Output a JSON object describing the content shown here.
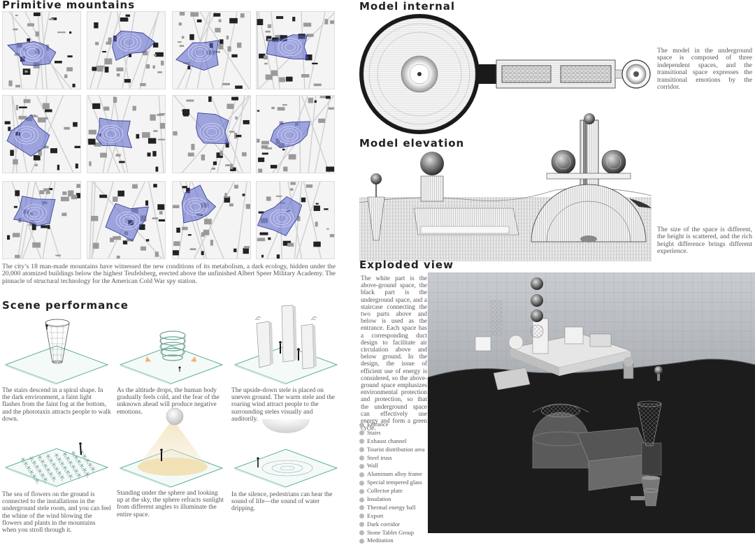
{
  "sections": {
    "primitive": {
      "title": "Primitive mountains",
      "description": "The city’s 18 man-made mountains have witnessed the new conditions of its metabolism, a dark ecology, hidden under the 20,000 atomized buildings below the highest Teufelsberg, erected above the unfinished Albert Speer Military Academy. The pinnacle of structural technology for the American Cold War spy station."
    },
    "scene": {
      "title": "Scene performance",
      "captions": [
        "The stairs descend in a spiral shape. In the dark environment, a faint light flashes from the faint fog at the bottom, and the phototaxis attracts people to walk down.",
        "As the altitude drops, the human body gradually feels cold, and the fear of the unknown ahead will produce negative emotions.",
        "The upside-down stele is placed on uneven ground. The warm stele and the roaring wind attract people to the surrounding steles visually and auditorily.",
        "The sea of flowers on the ground is connected to the installations in the underground stele room, and you can feel the whine of the wind blowing the flowers and plants in the mountains when you stroll through it.",
        "Standing under the sphere and looking up at the sky, the sphere refracts sunlight from different angles to illuminate the entire space.",
        "In the silence, pedestrians can hear the sound of life—the sound of water dripping."
      ]
    },
    "internal": {
      "title": "Model internal",
      "description": "The model in the underground space is composed of three independent spaces, and the transitional space expresses the transitional emotions by the corridor."
    },
    "elevation": {
      "title": "Model elevation",
      "description": "The size of the space is different, the height is scattered, and the rich height difference brings different experience."
    },
    "exploded": {
      "title": "Exploded view",
      "description": "The white part is the above-ground space, the black part is the underground space, and a staircase connecting the two parts above and below is used as the entrance. Each space has a corresponding duct design to facilitate air circulation above and below ground. In the design, the issue of efficient use of energy is considered, so the above-ground space emphasizes environmental protection and protection, so that the underground space can effectively use energy and form a green cycle.",
      "legend": [
        "Entrance",
        "Stairs",
        "Exhaust channel",
        "Tourist distribution area",
        "Steel truss",
        "Wall",
        "Aluminum alloy frame",
        "Special tempered glass",
        "Collector plate",
        "Insulation",
        "Thermal energy ball",
        "Export",
        "Dark corridor",
        "Stone Tablet Group",
        "Meditation"
      ]
    }
  },
  "colors": {
    "mountain": "#5560c8",
    "legend_dot": "#b8b8b8",
    "ground_dark": "#1c1c1c"
  }
}
